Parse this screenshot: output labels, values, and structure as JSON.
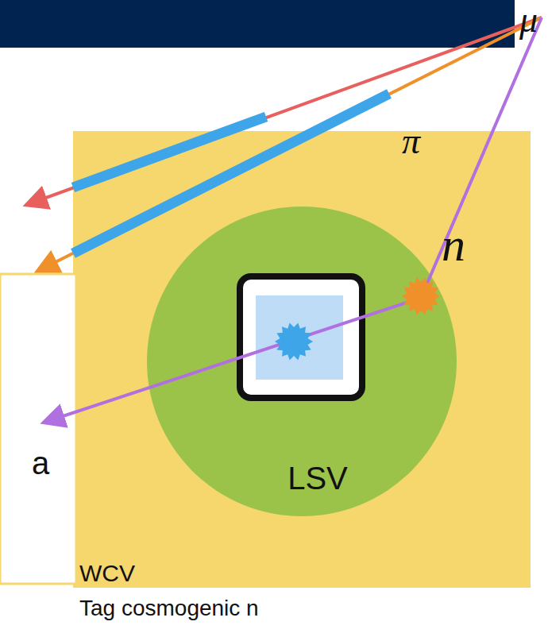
{
  "diagram": {
    "nodes": [
      {
        "text": [
          "WCV",
          "Tag cosmogenic n"
        ]
      },
      {
        "text": [
          "LSV"
        ],
        "in": 0
      },
      {
        "text": [
          "a"
        ]
      }
    ],
    "labels": [
      "μ",
      "π",
      "n"
    ]
  }
}
